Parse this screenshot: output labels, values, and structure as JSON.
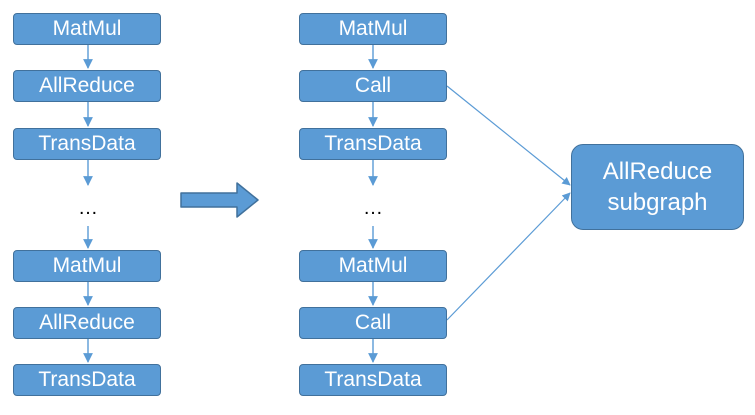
{
  "colors": {
    "node_fill": "#5b9bd5",
    "node_border": "#41719c",
    "connector": "#5b9bd5",
    "text": "#ffffff"
  },
  "left_chain": [
    "MatMul",
    "AllReduce",
    "TransData",
    "MatMul",
    "AllReduce",
    "TransData"
  ],
  "middle_chain": [
    "MatMul",
    "Call",
    "TransData",
    "MatMul",
    "Call",
    "TransData"
  ],
  "ellipsis": "…",
  "subgraph": {
    "line1": "AllReduce",
    "line2": "subgraph"
  }
}
